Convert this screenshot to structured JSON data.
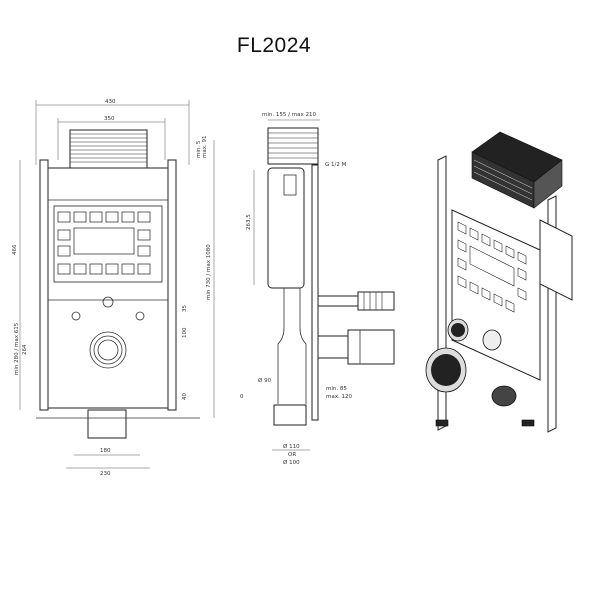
{
  "title": "FL2024",
  "dims": {
    "width_total": "430",
    "width_inner": "350",
    "height_total": "466",
    "height_adjust": "min 730 / max 1080",
    "min_max_5": "min. 5\nmax. 91",
    "side_min155": "min. 155 / max 210",
    "g_thread": "G 1/2 M",
    "dim_263": "263,5",
    "dim_100": "100",
    "dim_35": "35",
    "dim_264": "264",
    "min280": "min 280 / max 615",
    "dim_40": "40",
    "dim_180": "180",
    "dim_230": "230",
    "dim_0": "0",
    "phi90": "Ø 90",
    "min85": "min. 85",
    "max120": "max. 120",
    "phi110": "Ø 110",
    "or": "OR",
    "phi100": "Ø 100"
  }
}
